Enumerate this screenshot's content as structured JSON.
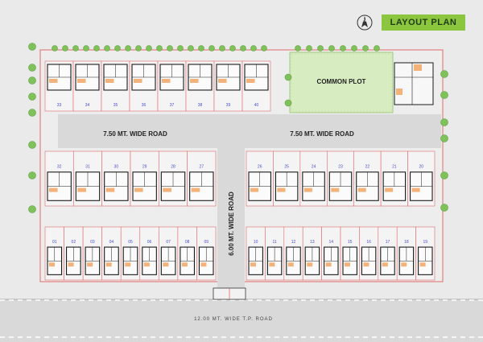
{
  "title": "LAYOUT PLAN",
  "north_label": "N",
  "common_plot_label": "COMMON PLOT",
  "road_top_left_label": "7.50 MT. WIDE ROAD",
  "road_top_right_label": "7.50 MT. WIDE ROAD",
  "road_vertical_label": "6.00 MT. WIDE ROAD",
  "road_bottom_label": "12.00 MT. WIDE T.P. ROAD",
  "top_row_plots": [
    "33",
    "34",
    "35",
    "36",
    "37",
    "38",
    "39",
    "40"
  ],
  "middle_left_plots": [
    "32",
    "31",
    "30",
    "29",
    "28",
    "27"
  ],
  "middle_right_plots": [
    "26",
    "25",
    "24",
    "23",
    "22",
    "21",
    "20"
  ],
  "bottom_left_plots": [
    "01",
    "02",
    "03",
    "04",
    "05",
    "06",
    "07",
    "08",
    "09"
  ],
  "bottom_right_plots": [
    "10",
    "11",
    "12",
    "13",
    "14",
    "15",
    "16",
    "17",
    "18",
    "19"
  ],
  "colors": {
    "background": "#eaeaea",
    "road": "#d9d9d9",
    "common_plot": "#d8ecc2",
    "title_badge": "#8cc63e",
    "tree": "#7fc25a",
    "boundary": "#e06a6a",
    "plot_number": "#4a4ad0",
    "wall": "#1a1a1a",
    "sofa": "#f3b27a"
  }
}
